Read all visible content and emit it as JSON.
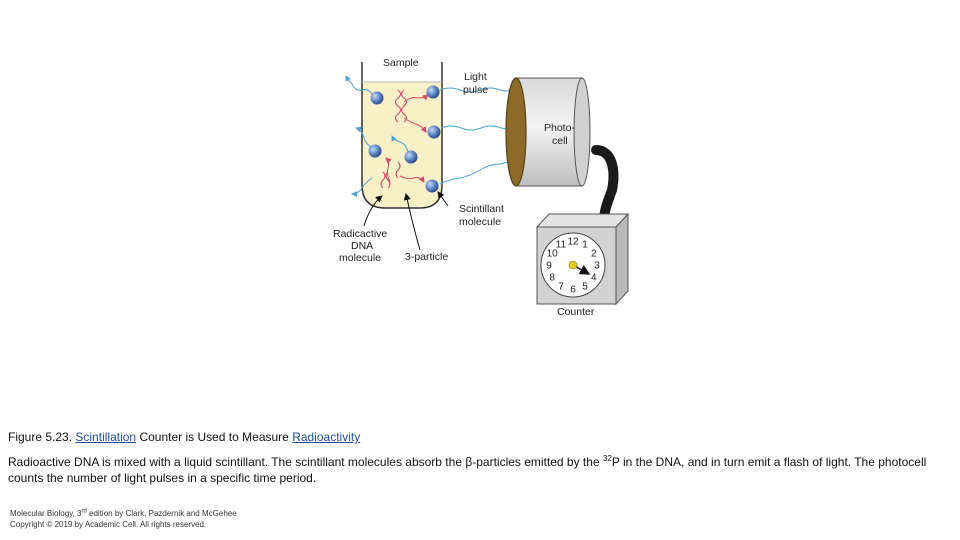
{
  "diagram": {
    "labels": {
      "sample": "Sample",
      "light_pulse_1": "Light",
      "light_pulse_2": "pulse",
      "photocell_1": "Photo-",
      "photocell_2": "cell",
      "scintillant_1": "Scintillant",
      "scintillant_2": "molecule",
      "dna_1": "Radicactive",
      "dna_2": "DNA",
      "dna_3": "molecule",
      "beta": "3-particle",
      "counter": "Counter"
    },
    "dial_numbers": [
      "12",
      "1",
      "2",
      "3",
      "4",
      "5",
      "6",
      "7",
      "8",
      "9",
      "10",
      "11"
    ],
    "colors": {
      "liquid": "#f8f0c6",
      "scintillant": "#5b84c4",
      "light_arrow": "#4ba3d1",
      "beta_arrow": "#d44a6a",
      "photocell_face": "#8b6a2a",
      "counter_dot": "#e8c81c"
    }
  },
  "caption": {
    "prefix": "Figure 5.23.",
    "link1": "Scintillation",
    "middle": "Counter is Used to Measure",
    "link2": "Radioactivity"
  },
  "description": {
    "part1": "Radioactive DNA is mixed with a liquid scintillant. The scintillant molecules absorb the β-particles emitted by the",
    "sup": "32",
    "part2": "P in the DNA, and in turn emit a flash of light. The photocell counts the number of light pulses in a specific time period."
  },
  "credit": {
    "line1_a": "Molecular Biology, 3",
    "line1_sup": "rd",
    "line1_b": "edition by Clark, Pazdernik and McGehee",
    "line2": "Copyright © 2019 by Academic Cell. All rights reserved."
  }
}
